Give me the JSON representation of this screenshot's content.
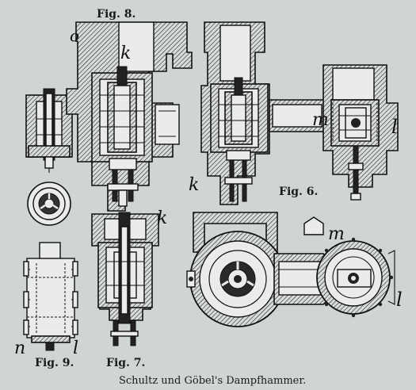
{
  "figure": {
    "caption": "Schultz und Göbel's Dampfhammer.",
    "labels": {
      "fig8": "Fig. 8.",
      "fig6": "Fig. 6.",
      "fig7": "Fig. 7.",
      "fig9": "Fig. 9."
    },
    "letters": {
      "o": "o",
      "k_top": "k",
      "k_left": "k",
      "k_fig7": "k",
      "m_top": "m",
      "m_bottom": "m",
      "l_top": "l",
      "l_right": "l",
      "l_fig9": "l",
      "n_fig9": "n"
    }
  }
}
